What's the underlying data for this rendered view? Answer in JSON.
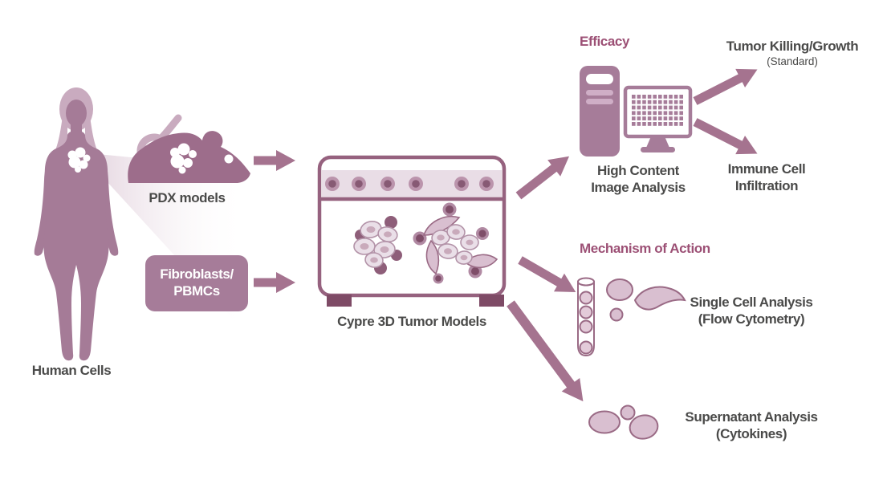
{
  "diagram_title": "Cypre 3D Tumor Models workflow",
  "labels": {
    "human": "Human Cells",
    "pdx": "PDX models",
    "fibroblasts_line1": "Fibroblasts/",
    "fibroblasts_line2": "PBMCs",
    "dish": "Cypre 3D Tumor Models",
    "efficacy": "Efficacy",
    "hci_line1": "High Content",
    "hci_line2": "Image Analysis",
    "tumor_killing": "Tumor Killing/Growth",
    "tumor_killing_sub": "(Standard)",
    "immune_line1": "Immune Cell",
    "immune_line2": "Infiltration",
    "moa": "Mechanism of Action",
    "single_cell_line1": "Single Cell Analysis",
    "single_cell_line2": "(Flow Cytometry)",
    "supernatant_line1": "Supernatant Analysis",
    "supernatant_line2": "(Cytokines)"
  },
  "icons": [
    "human-figure-icon",
    "mouse-icon",
    "tumor-cluster-icon",
    "beam-icon",
    "culture-dish-icon",
    "computer-tower-icon",
    "monitor-icon",
    "flow-tube-icon",
    "single-cells-icon",
    "supernatant-blobs-icon",
    "arrow-icon"
  ],
  "colors": {
    "figure_mauve": "#a57b97",
    "arrow_mauve": "#a5738f",
    "dark_accent": "#7e4b66",
    "outline": "#96627f",
    "light_pink": "#c9abbf",
    "band_pink": "#e9dde6",
    "cell_fill": "#eadfe8",
    "cell_mid": "#d9bfd0",
    "heading_purple": "#9c5075",
    "text_dark": "#4a4a49",
    "background": "#ffffff"
  }
}
